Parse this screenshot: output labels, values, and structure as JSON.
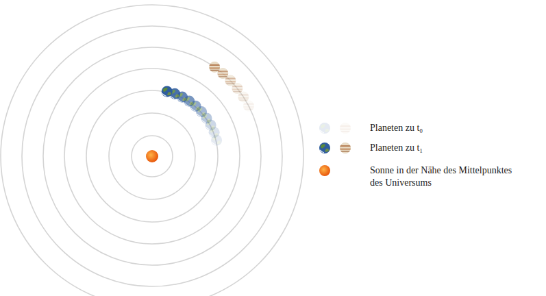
{
  "diagram": {
    "legend": [
      {
        "text": "Planeten zu t₀"
      },
      {
        "text": "Planeten zu t₁"
      },
      {
        "text": "Sonne in der Nähe des Mittelpunktes des Universums"
      }
    ]
  }
}
